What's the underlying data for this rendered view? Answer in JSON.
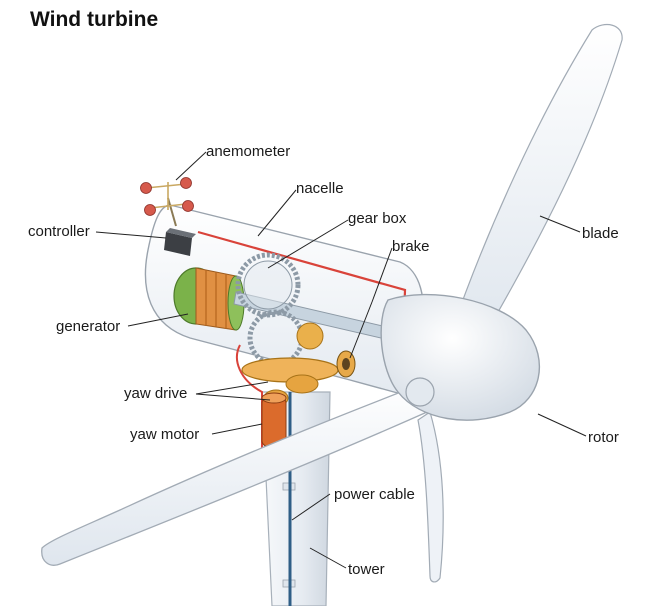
{
  "title": "Wind turbine",
  "labels": {
    "anemometer": "anemometer",
    "nacelle": "nacelle",
    "controller": "controller",
    "gear_box": "gear box",
    "brake": "brake",
    "blade": "blade",
    "generator": "generator",
    "yaw_drive": "yaw drive",
    "yaw_motor": "yaw motor",
    "rotor": "rotor",
    "power_cable": "power cable",
    "tower": "tower"
  },
  "colors": {
    "body": "#eef2f7",
    "outline": "#9aa3ad",
    "cable": "#d9433a",
    "gear": "#e9a441",
    "generator_coil": "#d9852d",
    "generator_ring": "#7bb24a",
    "motor": "#d9682a",
    "shaft": "#c7d4df"
  }
}
